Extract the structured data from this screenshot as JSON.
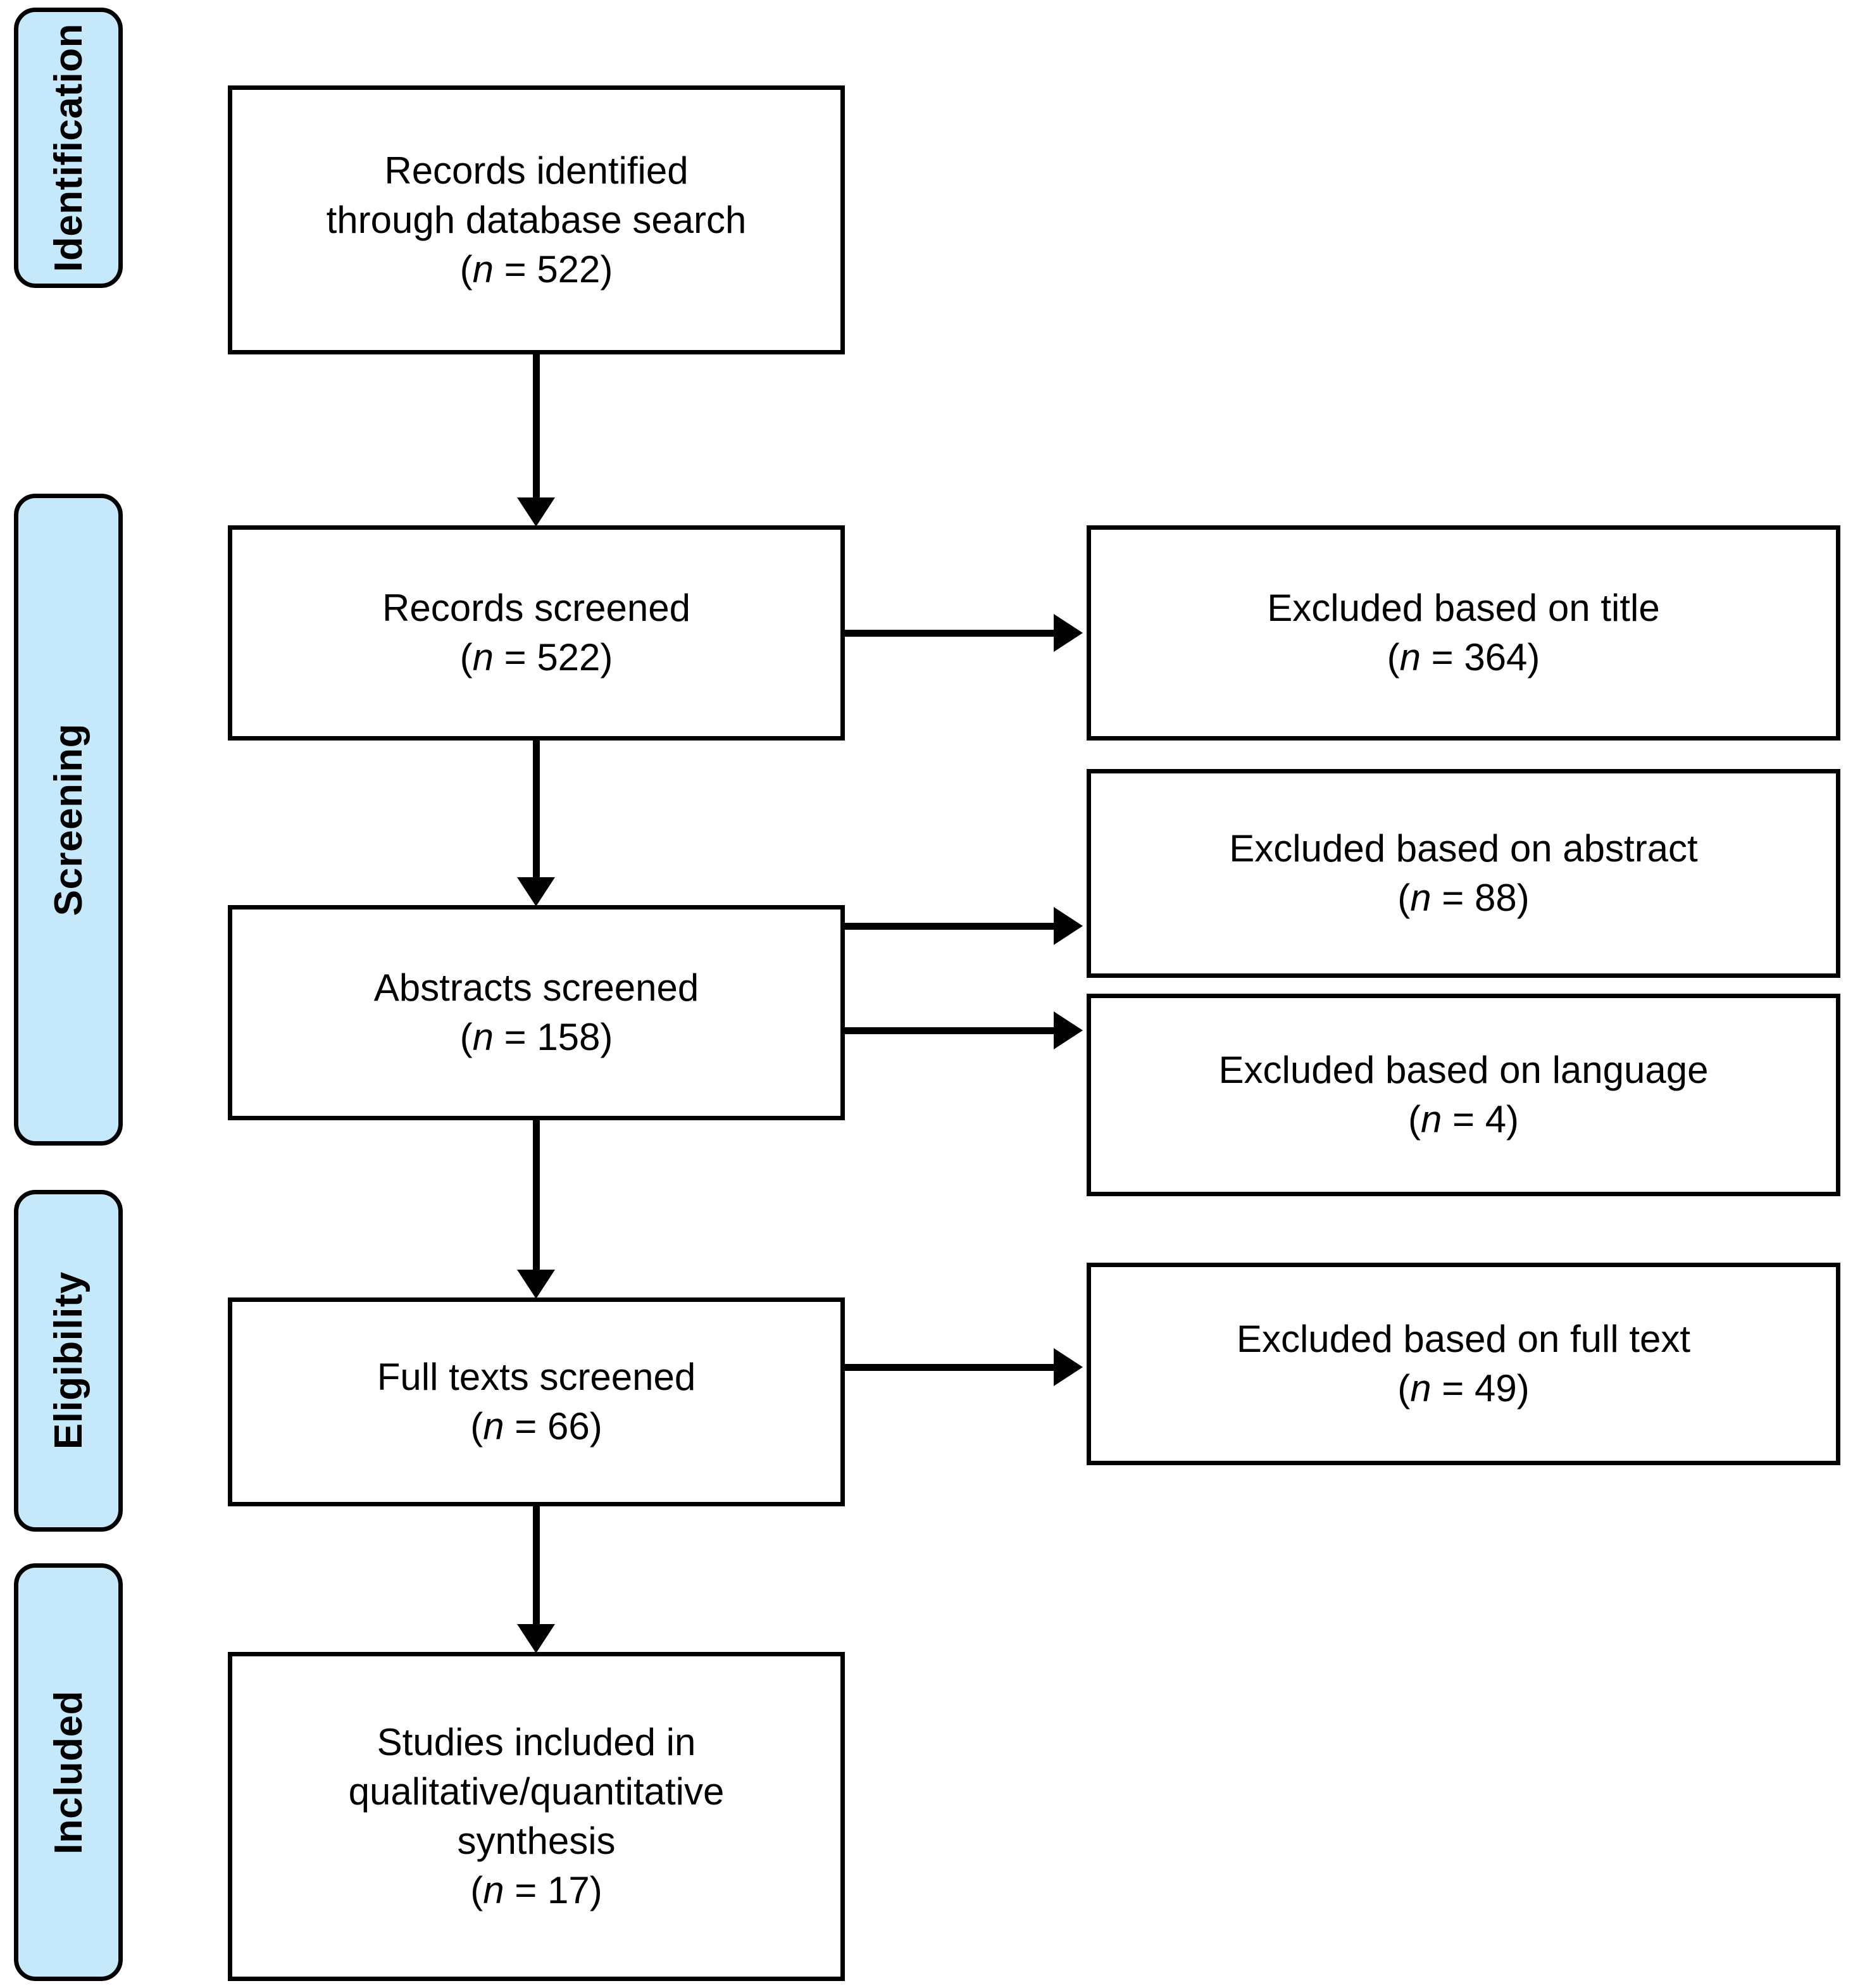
{
  "diagram": {
    "type": "prisma-flow-diagram",
    "stages": [
      {
        "id": "identification",
        "label": "Identification"
      },
      {
        "id": "screening",
        "label": "Screening"
      },
      {
        "id": "eligibility",
        "label": "Eligibility"
      },
      {
        "id": "included",
        "label": "Included"
      }
    ],
    "flow_boxes": [
      {
        "id": "records-identified",
        "lines": [
          "Records identified",
          "through database search"
        ],
        "count_prefix": "(",
        "count_var": "n",
        "count_eq": " = ",
        "count_value": "522",
        "count_suffix": ")",
        "count_text": "(n = 522)"
      },
      {
        "id": "records-screened",
        "lines": [
          "Records screened"
        ],
        "count_text": "(n = 522)",
        "count_value": "522"
      },
      {
        "id": "abstracts-screened",
        "lines": [
          "Abstracts screened"
        ],
        "count_text": "(n = 158)",
        "count_value": "158"
      },
      {
        "id": "full-texts-screened",
        "lines": [
          "Full texts screened"
        ],
        "count_text": "(n = 66)",
        "count_value": "66"
      },
      {
        "id": "studies-included",
        "lines": [
          "Studies included in",
          "qualitative/quantitative",
          "synthesis"
        ],
        "count_text": "(n = 17)",
        "count_value": "17"
      }
    ],
    "exclusion_boxes": [
      {
        "id": "excluded-title",
        "lines": [
          "Excluded based on title"
        ],
        "count_text": "(n = 364)",
        "count_value": "364"
      },
      {
        "id": "excluded-abstract",
        "lines": [
          "Excluded based on abstract"
        ],
        "count_text": "(n = 88)",
        "count_value": "88"
      },
      {
        "id": "excluded-language",
        "lines": [
          "Excluded based on language"
        ],
        "count_text": "(n = 4)",
        "count_value": "4"
      },
      {
        "id": "excluded-full-text",
        "lines": [
          "Excluded based on full text"
        ],
        "count_text": "(n = 49)",
        "count_value": "49"
      }
    ],
    "colors": {
      "stage_fill": "#c5e8fa",
      "box_fill": "#ffffff",
      "stroke": "#000000",
      "text": "#000000"
    }
  }
}
